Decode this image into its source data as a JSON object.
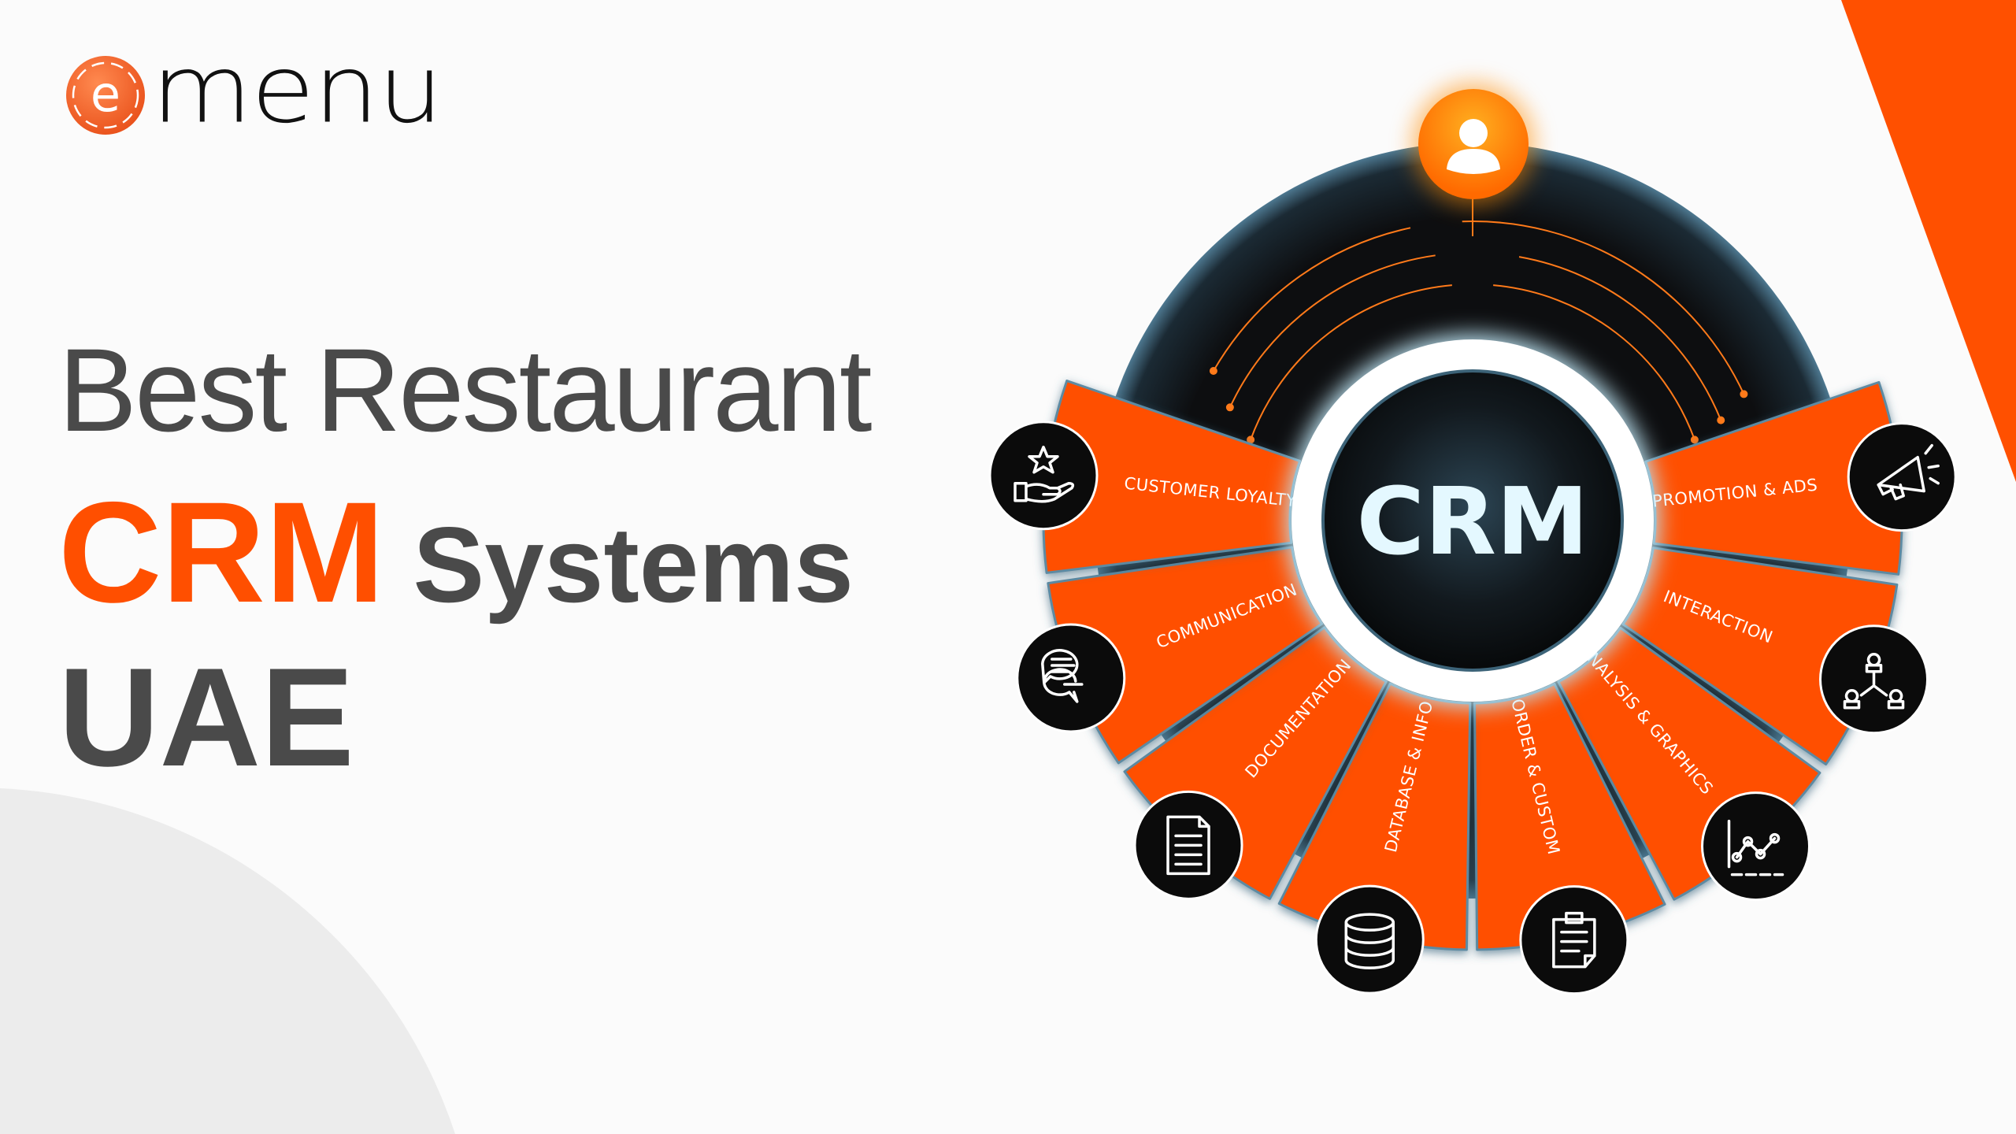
{
  "brand": {
    "logo_letter": "e",
    "logo_text": "menu",
    "accent": "#ff4f00"
  },
  "headline": {
    "line1": "Best Restaurant",
    "highlight": "CRM",
    "line2_rest": "Systems",
    "line3": "UAE"
  },
  "diagram": {
    "center_label": "CRM",
    "top_icon": "user-icon",
    "segments": [
      {
        "label": "PROMOTION & ADS",
        "icon": "megaphone-icon"
      },
      {
        "label": "INTERACTION",
        "icon": "network-users-icon"
      },
      {
        "label": "ANALYSIS & GRAPHICS",
        "icon": "line-chart-icon"
      },
      {
        "label": "ORDER & CUSTOM",
        "icon": "clipboard-icon"
      },
      {
        "label": "DATABASE & INFO",
        "icon": "database-icon"
      },
      {
        "label": "DOCUMENTATION",
        "icon": "document-icon"
      },
      {
        "label": "COMMUNICATION",
        "icon": "chat-bubbles-icon"
      },
      {
        "label": "CUSTOMER LOYALTY",
        "icon": "hand-star-icon"
      }
    ],
    "colors": {
      "segment": "#ff5000",
      "disk": "#0e0f11",
      "center_text": "#e4f8ff",
      "glow": "#6fa7c4"
    }
  }
}
